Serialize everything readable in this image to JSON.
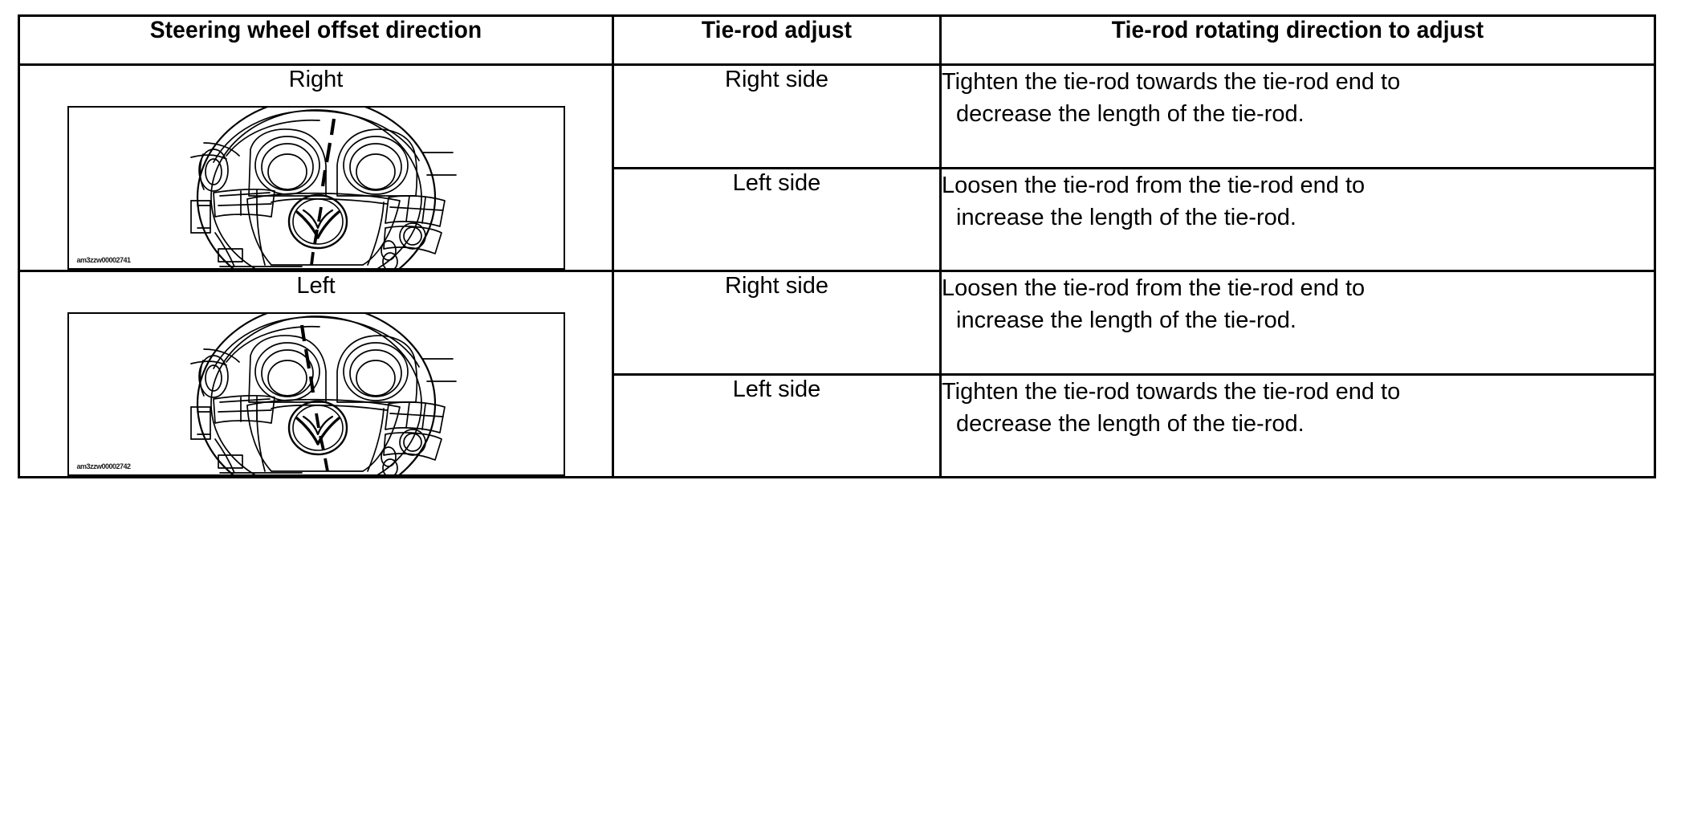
{
  "table": {
    "headers": [
      {
        "label": "Steering wheel offset direction",
        "name": "header-steering-wheel-offset-direction"
      },
      {
        "label": "Tie-rod adjust",
        "name": "header-tie-rod-adjust"
      },
      {
        "label": "Tie-rod rotating direction to adjust",
        "name": "header-tie-rod-rotating-direction"
      }
    ],
    "groups": [
      {
        "direction": "Right",
        "figure": {
          "alt": "steering wheel turned with offset to the right, Mazda emblem at center and dashed vertical centerline",
          "code": "am3zzw00002741"
        },
        "rows": [
          {
            "side": "Right side",
            "instruction_line1": "Tighten the tie-rod towards the tie-rod end to",
            "instruction_line2": "decrease the length of the tie-rod."
          },
          {
            "side": "Left side",
            "instruction_line1": "Loosen the tie-rod from the tie-rod end to",
            "instruction_line2": "increase the length of the tie-rod."
          }
        ]
      },
      {
        "direction": "Left",
        "figure": {
          "alt": "steering wheel turned with offset to the left, Mazda emblem at center and dashed vertical centerline",
          "code": "am3zzw00002742"
        },
        "rows": [
          {
            "side": "Right side",
            "instruction_line1": "Loosen the tie-rod from the tie-rod end to",
            "instruction_line2": "increase the length of the tie-rod."
          },
          {
            "side": "Left side",
            "instruction_line1": "Tighten the tie-rod towards the tie-rod end to",
            "instruction_line2": "decrease the length of the tie-rod."
          }
        ]
      }
    ]
  },
  "colors": {
    "border": "#000000",
    "text": "#000000",
    "background": "#ffffff"
  }
}
